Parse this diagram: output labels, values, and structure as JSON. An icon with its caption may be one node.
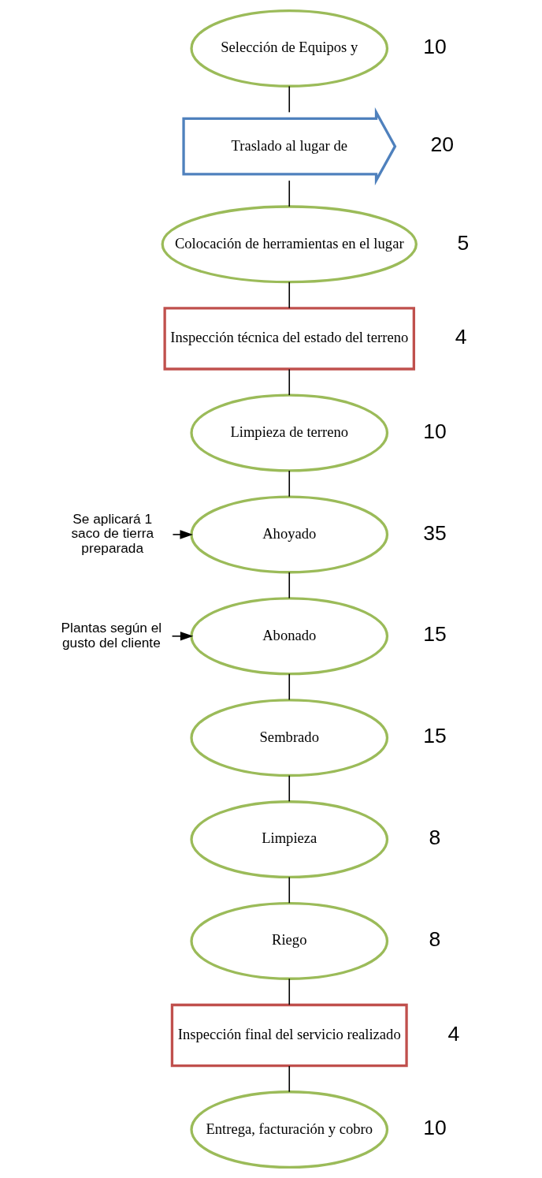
{
  "diagram": {
    "nodes": [
      {
        "text": [
          "Selección de Equipos y"
        ],
        "beside": [
          "10"
        ]
      },
      {
        "text": [
          "Traslado al lugar de"
        ],
        "beside": [
          "20"
        ]
      },
      {
        "text": [
          "Colocación de herramientas en el lugar"
        ],
        "beside": [
          "5"
        ]
      },
      {
        "text": [
          "Inspección técnica del estado del terreno"
        ],
        "beside": [
          "4"
        ]
      },
      {
        "text": [
          "Limpieza de terreno"
        ],
        "beside": [
          "10"
        ]
      },
      {
        "text": [
          "Se aplicará 1 saco de tierra preparada"
        ]
      },
      {
        "text": [
          "Ahoyado"
        ],
        "beside": [
          "35"
        ]
      },
      {
        "text": [
          "Plantas según el gusto del cliente"
        ]
      },
      {
        "text": [
          "Abonado"
        ],
        "beside": [
          "15"
        ]
      },
      {
        "text": [
          "Sembrado"
        ],
        "beside": [
          "15"
        ]
      },
      {
        "text": [
          "Limpieza"
        ],
        "beside": [
          "8"
        ]
      },
      {
        "text": [
          "Riego"
        ],
        "beside": [
          "8"
        ]
      },
      {
        "text": [
          "Inspección final del servicio realizado"
        ],
        "beside": [
          "4"
        ]
      },
      {
        "text": [
          "Entrega, facturación y cobro"
        ],
        "beside": [
          "10"
        ]
      }
    ],
    "edges": [
      {
        "from": 0,
        "to": 1,
        "arrow": "none"
      },
      {
        "from": 1,
        "to": 2,
        "arrow": "none"
      },
      {
        "from": 2,
        "to": 3,
        "arrow": "none"
      },
      {
        "from": 3,
        "to": 4,
        "arrow": "none"
      },
      {
        "from": 4,
        "to": 6,
        "arrow": "none"
      },
      {
        "from": 5,
        "to": 6,
        "arrow": "to"
      },
      {
        "from": 6,
        "to": 8,
        "arrow": "none"
      },
      {
        "from": 7,
        "to": 8,
        "arrow": "to"
      },
      {
        "from": 8,
        "to": 9,
        "arrow": "none"
      },
      {
        "from": 9,
        "to": 10,
        "arrow": "none"
      },
      {
        "from": 10,
        "to": 11,
        "arrow": "none"
      },
      {
        "from": 11,
        "to": 12,
        "arrow": "none"
      },
      {
        "from": 12,
        "to": 13,
        "arrow": "none"
      }
    ]
  }
}
